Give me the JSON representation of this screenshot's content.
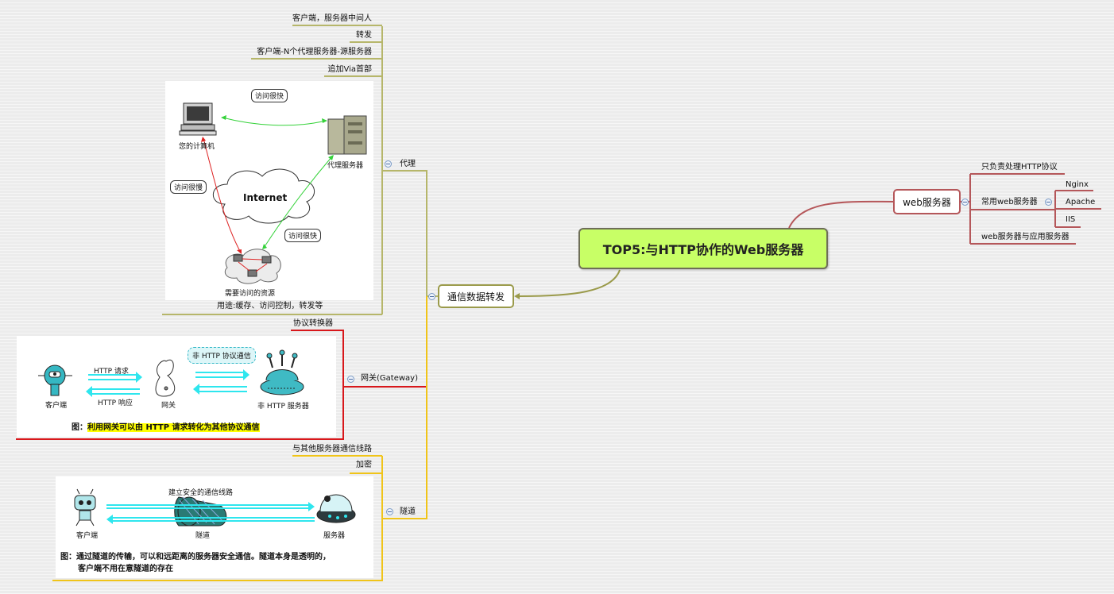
{
  "root": {
    "label": "TOP5:与HTTP协作的Web服务器"
  },
  "web_server": {
    "label": "web服务器",
    "children": {
      "only_http": "只负责处理HTTP协议",
      "common": "常用web服务器",
      "nginx": "Nginx",
      "apache": "Apache",
      "iis": "IIS",
      "vs_app": "web服务器与应用服务器"
    }
  },
  "comm": {
    "label": "通信数据转发",
    "proxy": {
      "label": "代理",
      "items": [
        "客户端，服务器中间人",
        "转发",
        "客户端-N个代理服务器-源服务器",
        "追加Via首部"
      ],
      "figure": {
        "bubble_fast_top": "访问很快",
        "bubble_slow": "访问很慢",
        "bubble_fast_bottom": "访问很快",
        "pc": "您的计算机",
        "proxy_server": "代理服务器",
        "internet": "Internet",
        "resource": "需要访问的资源"
      },
      "usage": "用途:缓存、访问控制，转发等"
    },
    "gateway": {
      "label": "网关(Gateway)",
      "item": "协议转换器",
      "figure": {
        "http_req": "HTTP 请求",
        "http_res": "HTTP 响应",
        "non_http_comm": "非 HTTP 协议通信",
        "client": "客户端",
        "gateway": "网关",
        "non_http_server": "非 HTTP 服务器",
        "caption_prefix": "图：",
        "caption_main": "利用网关可以由 HTTP 请求转化为其他协议通信"
      }
    },
    "tunnel": {
      "label": "隧道",
      "items": [
        "与其他服务器通信线路",
        "加密"
      ],
      "figure": {
        "secure_line": "建立安全的通信线路",
        "client": "客户端",
        "tunnel": "隧道",
        "server": "服务器",
        "caption_line1": "图：通过隧道的传输，可以和远距离的服务器安全通信。隧道本身是透明的，",
        "caption_line2": "客户端不用在意隧道的存在"
      }
    }
  },
  "colors": {
    "root_fill": "#c8ff66",
    "web_branch": "#b5575a",
    "comm_branch": "#9a9a4a",
    "proxy_branch": "#b6b66a",
    "gateway_branch": "#d8171b",
    "tunnel_branch": "#f0c419",
    "cyan_arrow": "#2ee6ee"
  }
}
